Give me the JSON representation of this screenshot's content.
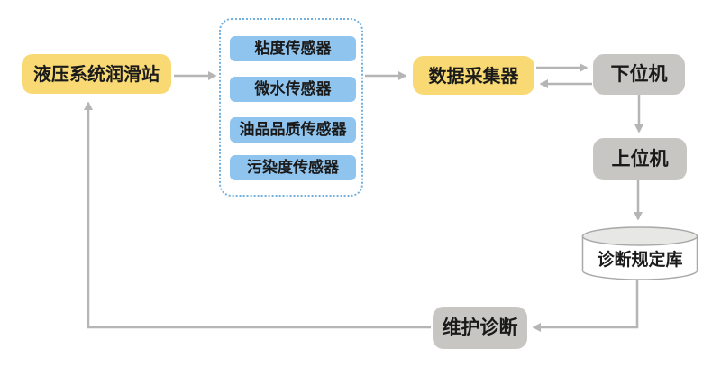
{
  "diagram": {
    "station": {
      "label": "液压系统润滑站"
    },
    "sensor_group": {
      "sensors": [
        {
          "label": "粘度传感器"
        },
        {
          "label": "微水传感器"
        },
        {
          "label": "油品品质传感器"
        },
        {
          "label": "污染度传感器"
        }
      ]
    },
    "collector": {
      "label": "数据采集器"
    },
    "lower_computer": {
      "label": "下位机"
    },
    "upper_computer": {
      "label": "上位机"
    },
    "rules_db": {
      "label": "诊断规定库"
    },
    "maintenance": {
      "label": "维护诊断"
    }
  },
  "colors": {
    "station_fill": "#F8D973",
    "sensor_fill": "#8FC4EE",
    "gray_fill": "#C7C6C2",
    "dashed_border": "#70B0E0",
    "arrow": "#B5B5B5",
    "cylinder_stroke": "#A9A9A9",
    "cylinder_top_fill": "#E7E7E5",
    "text": "#1A1A1A",
    "background": "#FFFFFF"
  }
}
